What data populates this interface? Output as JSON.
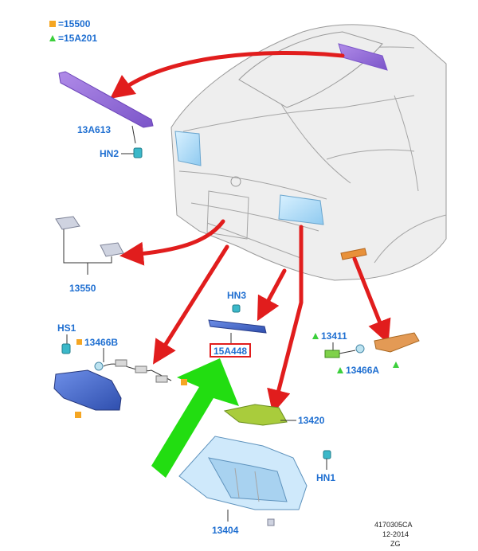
{
  "legend": {
    "square_code": "=15500",
    "triangle_code": "=15A201",
    "square_color": "#f5a623",
    "triangle_color": "#3ccf3c"
  },
  "parts": {
    "p13A613": "13A613",
    "hn2": "HN2",
    "p13550": "13550",
    "hn3": "HN3",
    "p15A448": "15A448",
    "hs1": "HS1",
    "p13466B": "13466B",
    "p13411": "13411",
    "p13466A": "13466A",
    "p13420": "13420",
    "hn1": "HN1",
    "p13404": "13404"
  },
  "footer": {
    "code": "4170305CA",
    "date": "12-2014",
    "initials": "ZG"
  },
  "colors": {
    "label": "#1f6fd1",
    "arrow": "#e11d1d",
    "highlight_arrow": "#22dd11",
    "highlight_box": "#e11d1d"
  },
  "icons": [
    "square-marker-icon",
    "triangle-marker-icon",
    "green-pointer-arrow-icon"
  ]
}
